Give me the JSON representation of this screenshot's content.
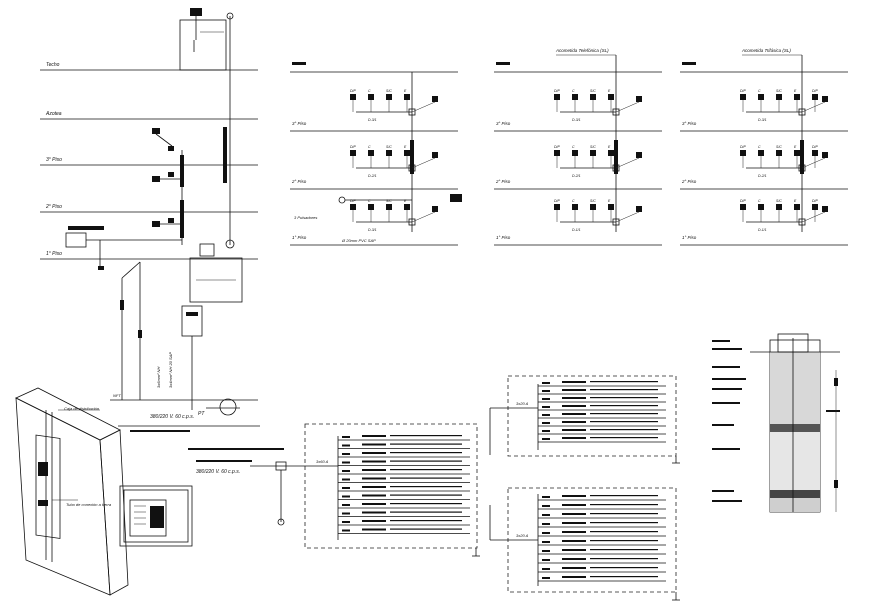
{
  "riser": {
    "floors": [
      "Techo",
      "Azotea",
      "3° Piso",
      "2° Piso",
      "1° Piso"
    ]
  },
  "schemes": [
    {
      "title": "",
      "feed_label": "",
      "floors": [
        "3° Piso",
        "2° Piso",
        "1° Piso"
      ],
      "box_labels": [
        "D-3/1",
        "D-2/1"
      ],
      "extra_labels": [
        "3 Pulsadores",
        "Ø 20mm PVC SAP"
      ]
    },
    {
      "title": "",
      "feed_label": "Acometida Telefónica (SL)",
      "floors": [
        "3° Piso",
        "2° Piso",
        "1° Piso"
      ],
      "box_labels": [
        "D-3/1",
        "D-2/1",
        "D-1/1"
      ],
      "extra_labels": []
    },
    {
      "title": "",
      "feed_label": "Acometida Trifásica (SL)",
      "floors": [
        "3° Piso",
        "2° Piso",
        "1° Piso"
      ],
      "box_labels": [
        "D-3/1",
        "D-2/1",
        "D-1/1"
      ],
      "extra_labels": []
    }
  ],
  "device_labels": [
    "D/P",
    "C",
    "S/C",
    "E"
  ],
  "unifilar": {
    "supply": "380/220 V.  60 c.p.s.",
    "supply_bottom": "380/220 V.  60 c.p.s.",
    "main_label": "3x60 A",
    "sub_label": "3x20 A",
    "ground": "PT",
    "nft": "NFT"
  },
  "panel_detail": {
    "callouts": [
      "Caja de distribución",
      "Tubo de conexión a tierra"
    ]
  }
}
